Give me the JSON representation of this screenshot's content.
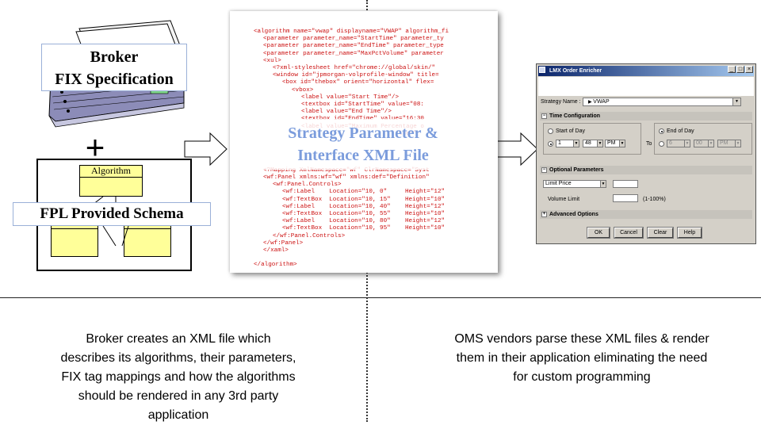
{
  "left_panel": {
    "book_label": [
      "Broker",
      "FIX Specification"
    ],
    "plus": "+",
    "schema_algorithm": "Algorithm",
    "schema_label": "FPL Provided Schema"
  },
  "xml_file": {
    "lines": [
      {
        "indent": 0,
        "text": "<algorithm name=\"vwap\" displayname=\"VWAP\" algorithm_fi"
      },
      {
        "indent": 1,
        "text": "<parameter parameter_name=\"StartTime\" parameter_ty"
      },
      {
        "indent": 1,
        "text": "<parameter parameter_name=\"EndTime\" parameter_type"
      },
      {
        "indent": 1,
        "text": "<parameter parameter_name=\"MaxPctVolume\" parameter"
      },
      {
        "indent": 1,
        "text": "<xul>"
      },
      {
        "indent": 2,
        "text": "<?xml-stylesheet href=\"chrome://global/skin/\""
      },
      {
        "indent": 2,
        "text": "<window id=\"jpmorgan-volprofile-window\" title="
      },
      {
        "indent": 3,
        "text": "<box id=\"thebox\" orient=\"horizontal\" flex="
      },
      {
        "indent": 4,
        "text": "<vbox>"
      },
      {
        "indent": 5,
        "text": "<label value=\"Start Time\"/>"
      },
      {
        "indent": 5,
        "text": "<textbox id=\"StartTime\" value=\"08:"
      },
      {
        "indent": 5,
        "text": "<label value=\"End Time\"/>"
      },
      {
        "indent": 5,
        "text": "<textbox id=\"EndTime\" value=\"16:30"
      },
      {
        "indent": 5,
        "text": "<label value=\"Maximum Percentage o"
      },
      {
        "indent": 5,
        "text": "                           lue=\""
      },
      {
        "indent": 0,
        "text": ""
      },
      {
        "indent": 0,
        "text": ""
      },
      {
        "indent": 0,
        "text": ""
      },
      {
        "indent": 0,
        "text": ""
      },
      {
        "indent": 1,
        "text": "<?Mapping XmlNamespace=\"wf\" ClrNamespace=\"Syst"
      },
      {
        "indent": 1,
        "text": "<wf:Panel xmlns:wf=\"wf\" xmlns:def=\"Definition\""
      },
      {
        "indent": 2,
        "text": "<wf:Panel.Controls>"
      },
      {
        "indent": 3,
        "text": "<wf:Label    Location=\"10, 0\"     Height=\"12\""
      },
      {
        "indent": 3,
        "text": "<wf:TextBox  Location=\"10, 15\"    Height=\"10\""
      },
      {
        "indent": 3,
        "text": "<wf:Label    Location=\"10, 40\"    Height=\"12\""
      },
      {
        "indent": 3,
        "text": "<wf:TextBox  Location=\"10, 55\"    Height=\"10\""
      },
      {
        "indent": 3,
        "text": "<wf:Label    Location=\"10, 80\"    Height=\"12\""
      },
      {
        "indent": 3,
        "text": "<wf:TextBox  Location=\"10, 95\"    Height=\"10\""
      },
      {
        "indent": 2,
        "text": "</wf:Panel.Controls>"
      },
      {
        "indent": 1,
        "text": "</wf:Panel>"
      },
      {
        "indent": 1,
        "text": "</xaml>"
      },
      {
        "indent": 0,
        "text": ""
      },
      {
        "indent": 0,
        "text": "</algorithm>"
      }
    ],
    "overlay_title": [
      "Strategy Parameter &",
      "Interface XML File"
    ]
  },
  "dialog": {
    "title": "LMX Order Enricher",
    "strategy_label": "Strategy Name :",
    "strategy_value": "VWAP",
    "sections": {
      "time": "Time Configuration",
      "optional": "Optional Parameters",
      "advanced": "Advanced Options"
    },
    "start_of_day": "Start of Day",
    "end_of_day": "End of Day",
    "to": "To",
    "start_time": {
      "h": "1",
      "m": "48",
      "ampm": "PM"
    },
    "end_time": {
      "h": "6",
      "m": "00",
      "ampm": "PM"
    },
    "limit_price": "Limit Price",
    "volume_limit": "Volume Limit",
    "volume_hint": "(1-100%)",
    "buttons": {
      "ok": "OK",
      "cancel": "Cancel",
      "clear": "Clear",
      "help": "Help"
    }
  },
  "captions": {
    "left": [
      "Broker creates an XML file which",
      "describes its algorithms, their parameters,",
      "FIX tag mappings and how the algorithms",
      "should  be rendered in any 3rd party",
      "application"
    ],
    "right": [
      "OMS vendors parse these XML files & render",
      "them in their application eliminating the need",
      "for custom programming"
    ]
  }
}
